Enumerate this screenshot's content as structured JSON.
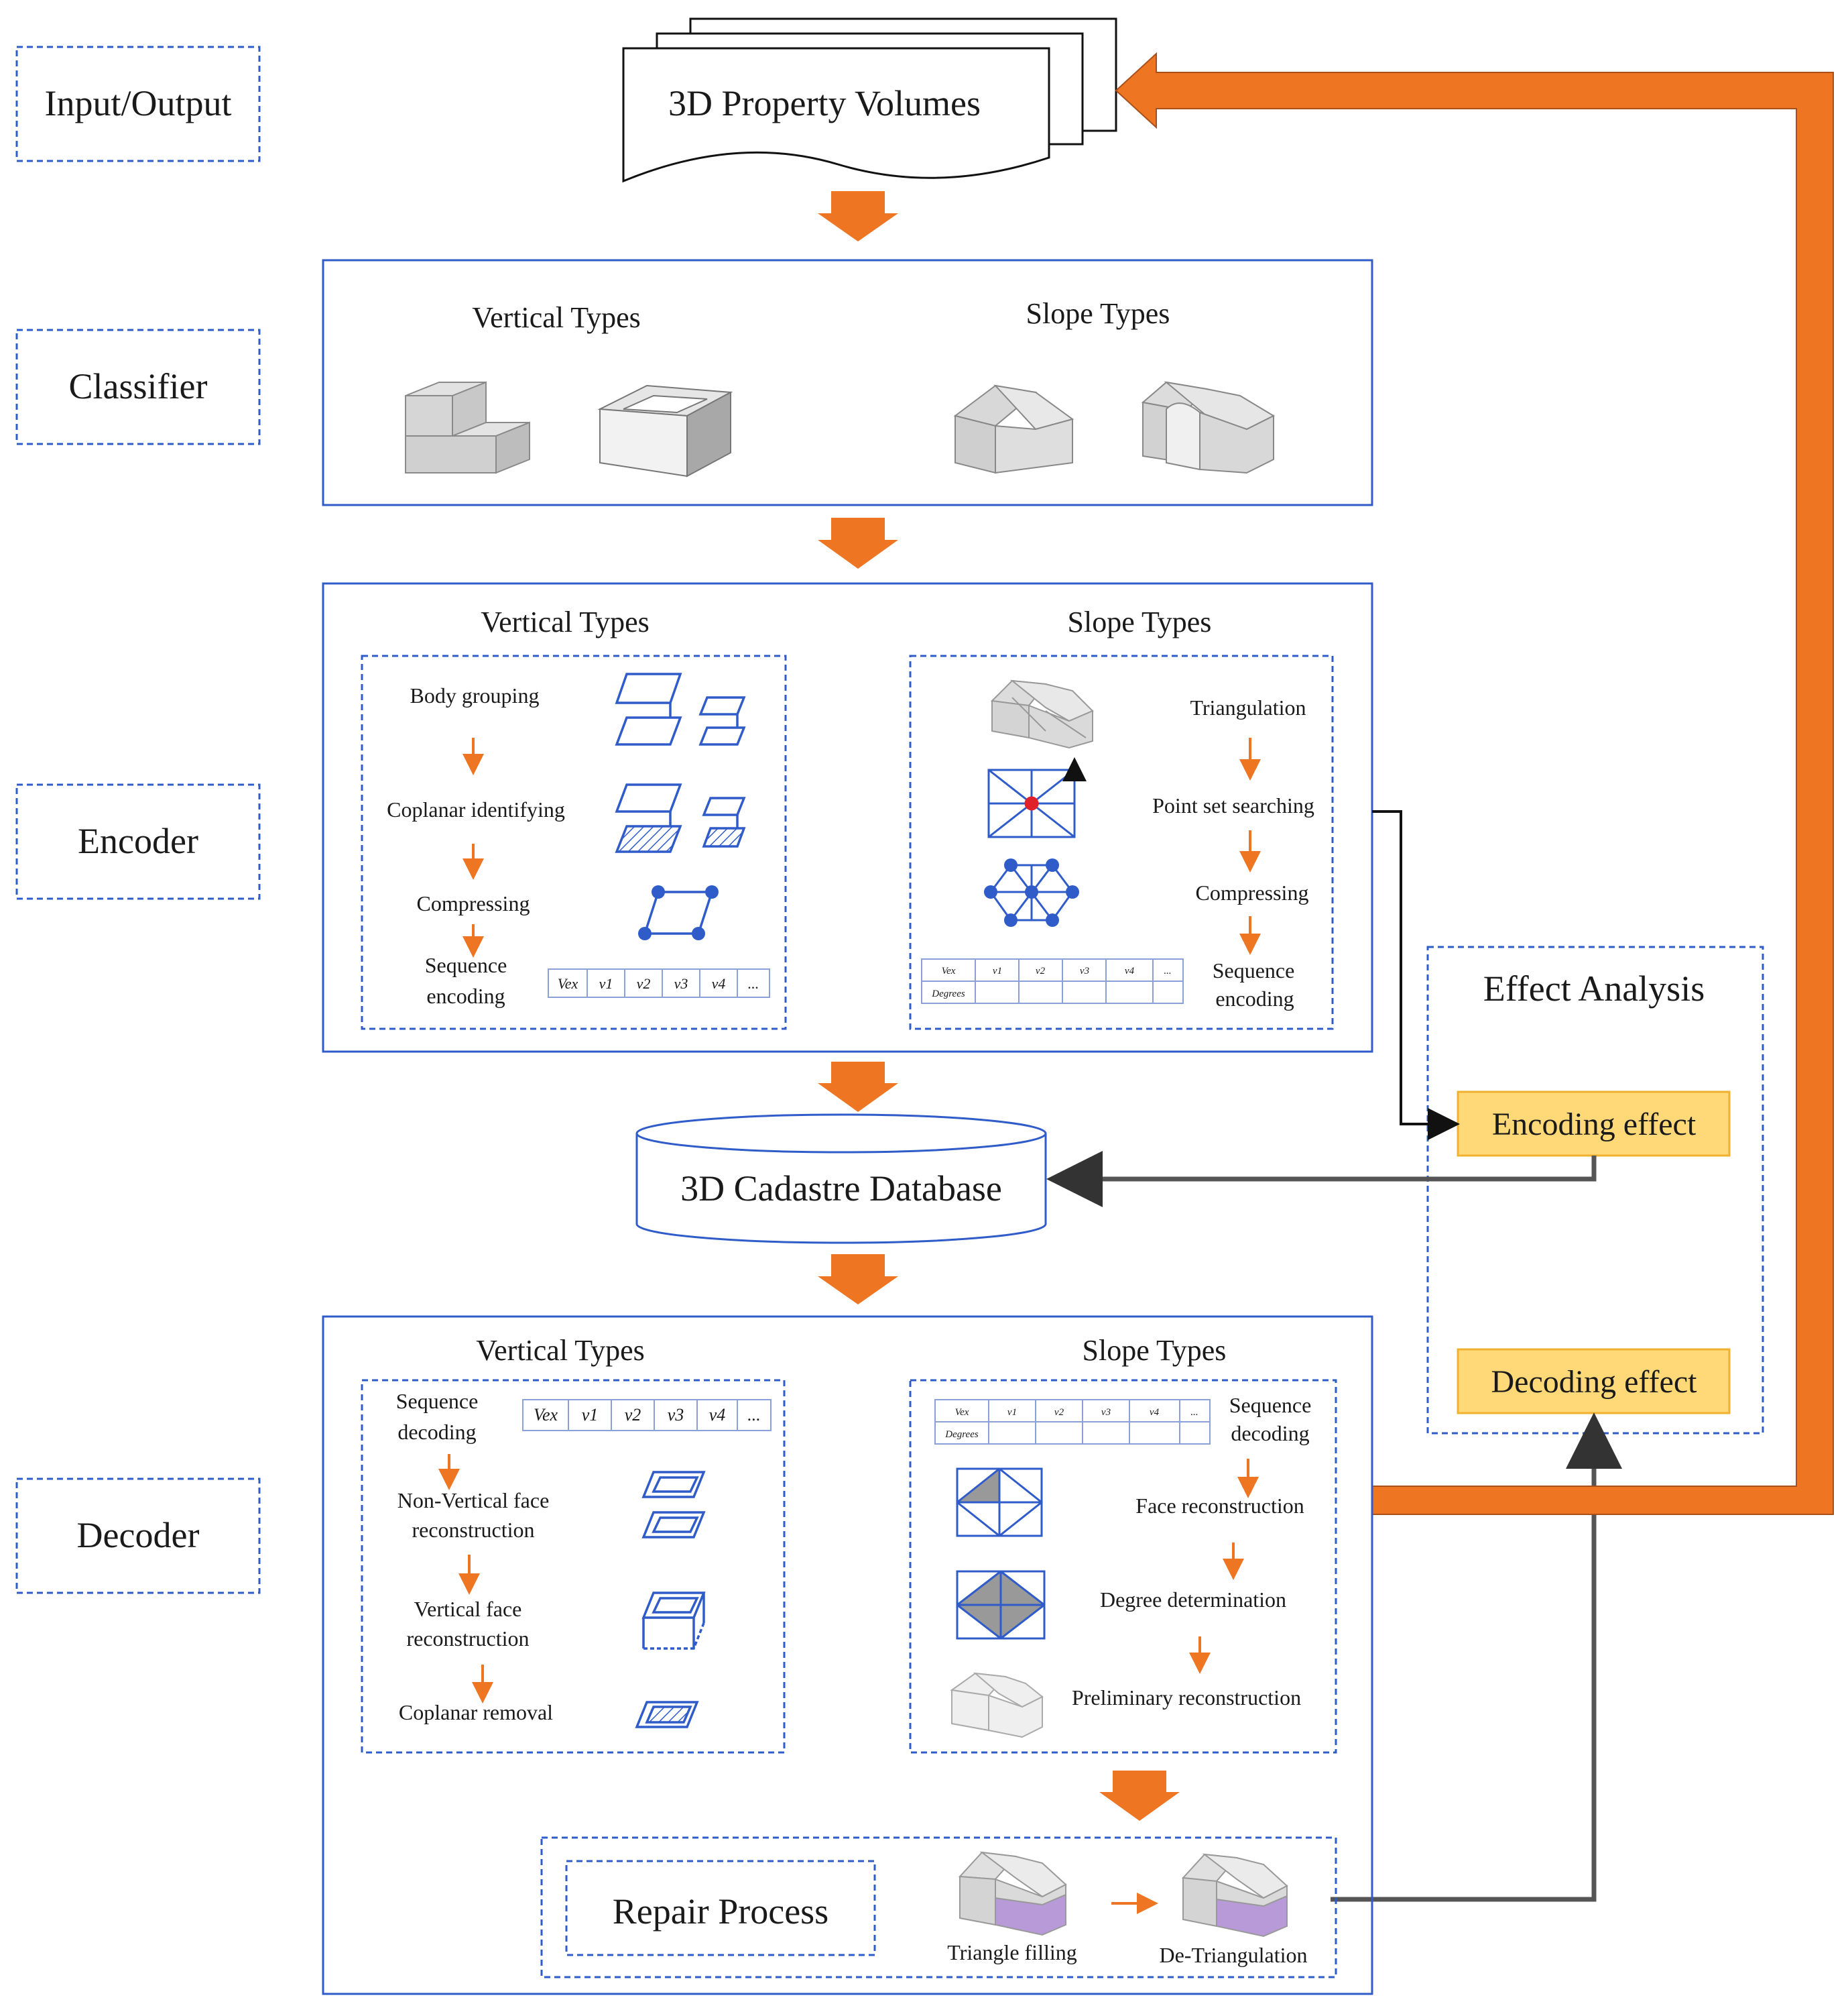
{
  "stages": {
    "input_output": "Input/Output",
    "classifier": "Classifier",
    "encoder": "Encoder",
    "decoder": "Decoder"
  },
  "input": {
    "title": "3D Property Volumes"
  },
  "classifier": {
    "vertical_title": "Vertical Types",
    "slope_title": "Slope Types"
  },
  "encoder": {
    "vertical_title": "Vertical Types",
    "slope_title": "Slope Types",
    "vertical_steps": [
      "Body grouping",
      "Coplanar identifying",
      "Compressing",
      "Sequence",
      "encoding"
    ],
    "slope_steps": [
      "Triangulation",
      "Point set searching",
      "Compressing",
      "Sequence",
      "encoding"
    ],
    "vertical_table": [
      "Vex",
      "v1",
      "v2",
      "v3",
      "v4",
      "..."
    ],
    "slope_table_row1": [
      "Vex",
      "v1",
      "v2",
      "v3",
      "v4",
      "..."
    ],
    "slope_table_row2": "Degrees"
  },
  "database": {
    "title": "3D Cadastre Database"
  },
  "effect": {
    "title": "Effect Analysis",
    "encoding": "Encoding effect",
    "decoding": "Decoding effect"
  },
  "decoder": {
    "vertical_title": "Vertical Types",
    "slope_title": "Slope Types",
    "vertical_steps": [
      "Sequence",
      "decoding",
      "Non-Vertical face",
      "reconstruction",
      "Vertical face",
      "reconstruction",
      "Coplanar removal"
    ],
    "slope_steps": [
      "Sequence",
      "decoding",
      "Face reconstruction",
      "Degree determination",
      "Preliminary reconstruction"
    ],
    "vertical_table": [
      "Vex",
      "v1",
      "v2",
      "v3",
      "v4",
      "..."
    ],
    "slope_table_row1": [
      "Vex",
      "v1",
      "v2",
      "v3",
      "v4",
      "..."
    ],
    "slope_table_row2": "Degrees",
    "repair_title": "Repair Process",
    "repair_steps": [
      "Triangle filling",
      "De-Triangulation"
    ]
  },
  "colors": {
    "blue_frame": "#2f5cc9",
    "orange_arrow": "#ee7623",
    "effect_fill": "#ffd978",
    "effect_border": "#f0b030",
    "purple_fill": "#b89ad8"
  }
}
